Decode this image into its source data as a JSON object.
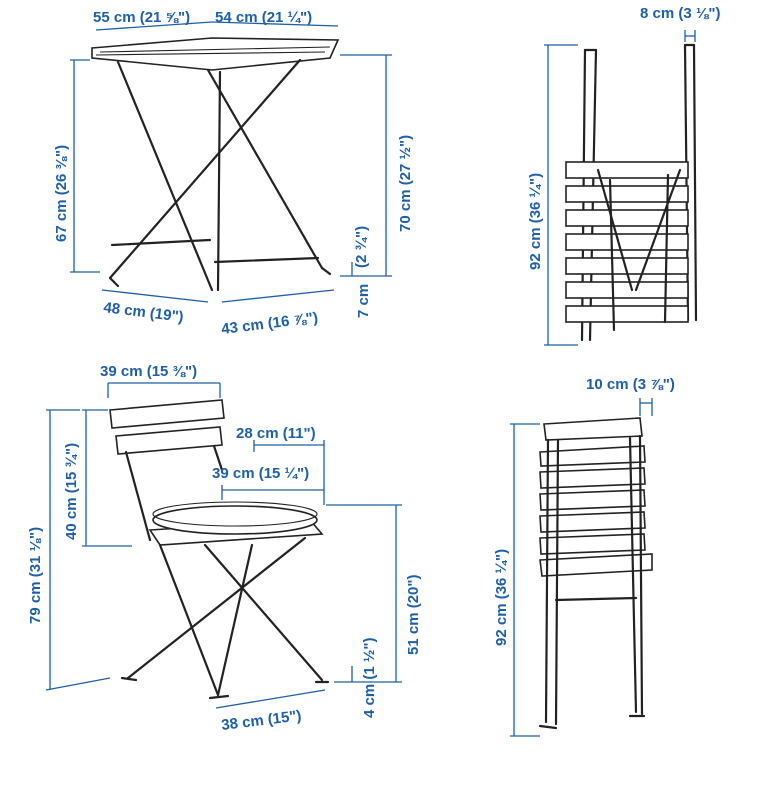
{
  "table": {
    "top_depth": "55 cm (21 ⅝\")",
    "top_width": "54 cm (21 ¼\")",
    "leg_height": "67 cm (26 ⅜\")",
    "total_height": "70 cm (27 ½\")",
    "foot_height_in": "(2 ¾\")",
    "foot_height_cm": "7 cm",
    "base_depth": "48 cm (19\")",
    "base_width": "43 cm (16 ⅞\")"
  },
  "table_folded": {
    "thickness": "8 cm (3 ⅛\")",
    "height": "92 cm (36 ¼\")"
  },
  "chair": {
    "backrest_width": "39 cm (15 ⅜\")",
    "seat_depth": "28 cm (11\")",
    "seat_width": "39 cm (15 ¼\")",
    "backrest_height": "40 cm (15 ¾\")",
    "total_height": "79 cm (31 ⅛\")",
    "seat_height": "51 cm (20\")",
    "foot_height": "4 cm (1 ½\")",
    "base_width": "38 cm (15\")"
  },
  "chair_folded": {
    "thickness": "10 cm (3 ⅞\")",
    "height": "92 cm (36 ¼\")"
  }
}
